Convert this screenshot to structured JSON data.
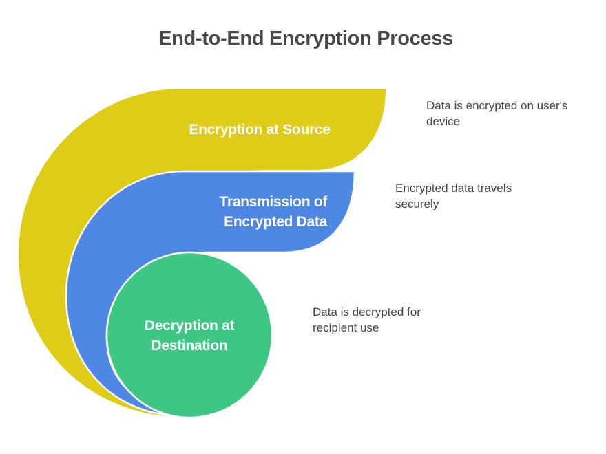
{
  "title": "End-to-End Encryption Process",
  "colors": {
    "stage1": "#DFCC16",
    "stage2": "#4F88E4",
    "stage3": "#3EC685",
    "title_text": "#484848",
    "desc_text": "#444444"
  },
  "stages": [
    {
      "label": "Encryption at Source",
      "description_line1": "Data is encrypted on user's",
      "description_line2": "device"
    },
    {
      "label_line1": "Transmission of",
      "label_line2": "Encrypted Data",
      "description_line1": "Encrypted data travels",
      "description_line2": "securely"
    },
    {
      "label_line1": "Decryption at",
      "label_line2": "Destination",
      "description_line1": "Data is decrypted for",
      "description_line2": "recipient use"
    }
  ]
}
